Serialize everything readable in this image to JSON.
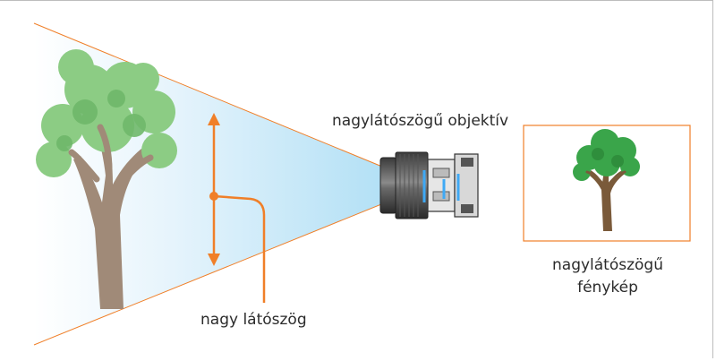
{
  "labels": {
    "lens": "nagylátószögű objektív",
    "angle": "nagy látószög",
    "photo_line1": "nagylátószögű",
    "photo_line2": "fénykép"
  },
  "colors": {
    "accent": "#f07f28",
    "cone_light": "#cfeaf8",
    "tree_leaf": "#8ccc84",
    "tree_trunk": "#a08a78",
    "small_leaf": "#3aa54a",
    "small_trunk": "#7a5a3a"
  }
}
